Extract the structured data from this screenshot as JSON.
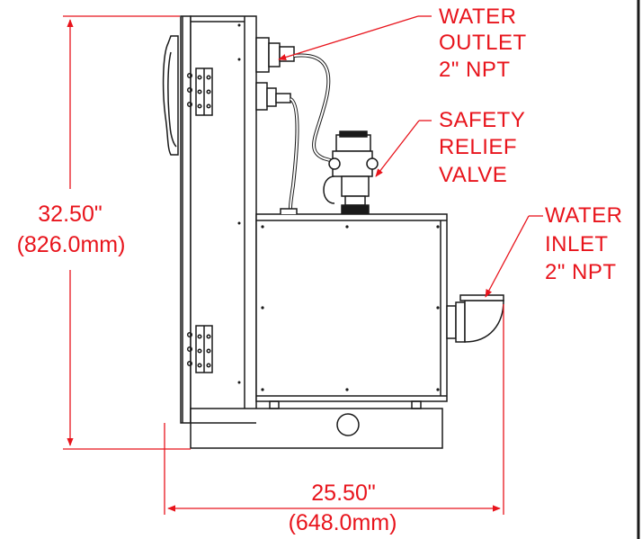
{
  "dimensions": {
    "height_in": "32.50\"",
    "height_mm": "(826.0mm)",
    "width_in": "25.50\"",
    "width_mm": "(648.0mm)"
  },
  "callouts": {
    "water_outlet": [
      "WATER",
      "OUTLET",
      "2\" NPT"
    ],
    "safety_relief_valve": [
      "SAFETY",
      "RELIEF",
      "VALVE"
    ],
    "water_inlet": [
      "WATER",
      "INLET",
      "2\" NPT"
    ]
  },
  "colors": {
    "dimension_red": "#e8141c",
    "line_black": "#1a1a1a",
    "paper": "#ffffff"
  }
}
